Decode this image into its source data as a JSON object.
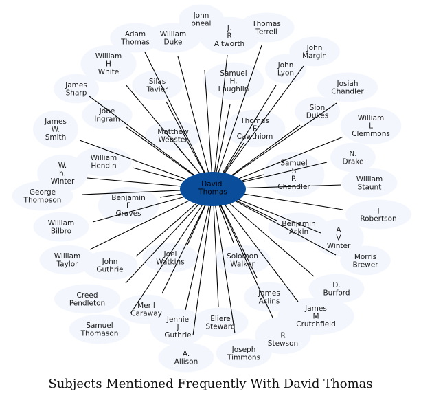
{
  "caption": "Subjects Mentioned Frequently With David Thomas",
  "colors": {
    "center": "#0a4e9b",
    "halo": "#f3f7fd",
    "edge": "#000000"
  },
  "center": {
    "id": "david-thomas",
    "label": [
      "David",
      "Thomas"
    ]
  },
  "nodes": [
    {
      "id": "john-oneal",
      "label": [
        "John",
        "oneal"
      ]
    },
    {
      "id": "thomas-terrell",
      "label": [
        "Thomas",
        "Terrell"
      ]
    },
    {
      "id": "adam-thomas",
      "label": [
        "Adam",
        "Thomas"
      ]
    },
    {
      "id": "william-duke",
      "label": [
        "William",
        "Duke"
      ]
    },
    {
      "id": "j-r-altworth",
      "label": [
        "J.",
        "R",
        "Altworth"
      ]
    },
    {
      "id": "john-margin",
      "label": [
        "John",
        "Margin"
      ]
    },
    {
      "id": "william-h-white",
      "label": [
        "William",
        "H",
        "White"
      ]
    },
    {
      "id": "john-lyon",
      "label": [
        "John",
        "Lyon"
      ]
    },
    {
      "id": "samuel-h-laughlin",
      "label": [
        "Samuel",
        "H.",
        "Laughlin"
      ]
    },
    {
      "id": "josiah-chandler",
      "label": [
        "Josiah",
        "Chandler"
      ]
    },
    {
      "id": "james-sharp",
      "label": [
        "James",
        "Sharp"
      ]
    },
    {
      "id": "silas-tavier",
      "label": [
        "Silas",
        "Tavier"
      ]
    },
    {
      "id": "sion-dukes",
      "label": [
        "Sion",
        "Dukes"
      ]
    },
    {
      "id": "jobe-ingram",
      "label": [
        "Jobe",
        "Ingram"
      ]
    },
    {
      "id": "thomas-f-cawthiom",
      "label": [
        "Thomas",
        "F",
        "Cawthiom"
      ]
    },
    {
      "id": "william-l-clemmons",
      "label": [
        "William",
        "L",
        "Clemmons"
      ]
    },
    {
      "id": "james-w-smith",
      "label": [
        "James",
        "W.",
        "Smith"
      ]
    },
    {
      "id": "matthew-webster",
      "label": [
        "Matthew",
        "Webster"
      ]
    },
    {
      "id": "n-drake",
      "label": [
        "N.",
        "Drake"
      ]
    },
    {
      "id": "william-hendin",
      "label": [
        "William",
        "Hendin"
      ]
    },
    {
      "id": "samuel-s-p-chandler",
      "label": [
        "Samuel",
        "S",
        "P.",
        "Chandler"
      ]
    },
    {
      "id": "w-h-winter",
      "label": [
        "W.",
        "h.",
        "Winter"
      ]
    },
    {
      "id": "william-staunt",
      "label": [
        "William",
        "Staunt"
      ]
    },
    {
      "id": "george-thompson",
      "label": [
        "George",
        "Thompson"
      ]
    },
    {
      "id": "benjamin-f-graves",
      "label": [
        "Benjamin",
        "F",
        "Graves"
      ]
    },
    {
      "id": "j-robertson",
      "label": [
        "J",
        "Robertson"
      ]
    },
    {
      "id": "william-bilbro",
      "label": [
        "William",
        "Bilbro"
      ]
    },
    {
      "id": "benjamin-askin",
      "label": [
        "Benjamin",
        "Askin"
      ]
    },
    {
      "id": "a-v-winter",
      "label": [
        "A",
        "V",
        "Winter"
      ]
    },
    {
      "id": "joel-watkins",
      "label": [
        "Joel",
        "Watkins"
      ]
    },
    {
      "id": "solomon-walker",
      "label": [
        "Solomon",
        "Walker"
      ]
    },
    {
      "id": "william-taylor",
      "label": [
        "William",
        "Taylor"
      ]
    },
    {
      "id": "john-guthrie",
      "label": [
        "John",
        "Guthrie"
      ]
    },
    {
      "id": "morris-brewer",
      "label": [
        "Morris",
        "Brewer"
      ]
    },
    {
      "id": "creed-pendleton",
      "label": [
        "Creed",
        "Pendleton"
      ]
    },
    {
      "id": "d-burford",
      "label": [
        "D.",
        "Burford"
      ]
    },
    {
      "id": "james-aclins",
      "label": [
        "James",
        "Aclins"
      ]
    },
    {
      "id": "meril-caraway",
      "label": [
        "Meril",
        "Caraway"
      ]
    },
    {
      "id": "james-m-crutchfield",
      "label": [
        "James",
        "M",
        "Crutchfield"
      ]
    },
    {
      "id": "samuel-thomason",
      "label": [
        "Samuel",
        "Thomason"
      ]
    },
    {
      "id": "jennie-j-guthrie",
      "label": [
        "Jennie",
        "J",
        "Guthrie"
      ]
    },
    {
      "id": "eliere-steward",
      "label": [
        "Eliere",
        "Steward"
      ]
    },
    {
      "id": "r-stewson",
      "label": [
        "",
        "R",
        "Stewson"
      ]
    },
    {
      "id": "joseph-timmons",
      "label": [
        "Joseph",
        "Timmons"
      ]
    },
    {
      "id": "a-allison",
      "label": [
        "A.",
        "Allison"
      ]
    }
  ]
}
